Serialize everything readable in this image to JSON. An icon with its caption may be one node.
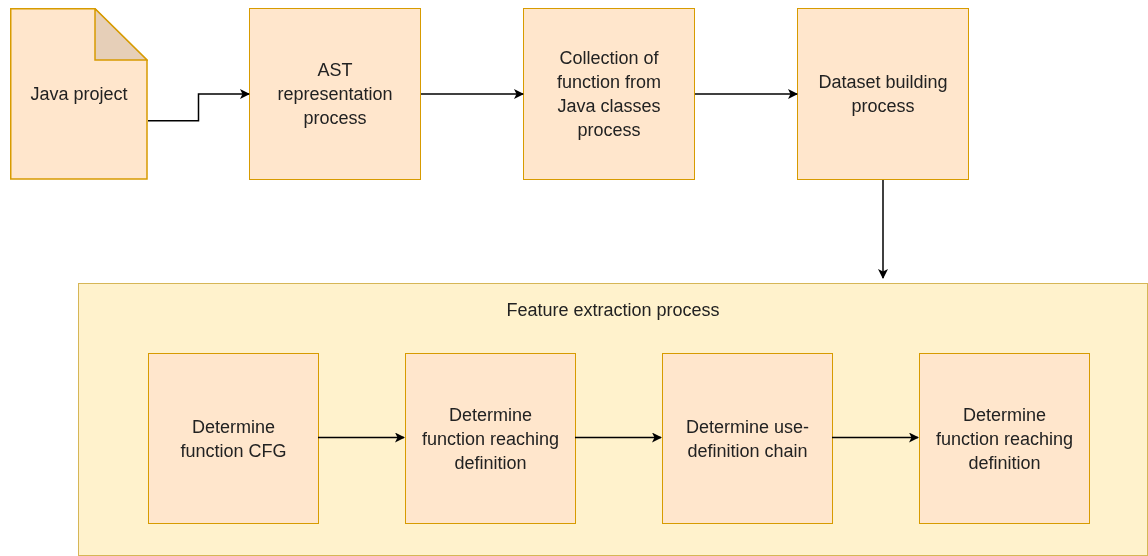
{
  "diagram": {
    "nodes": [
      {
        "text": [
          "Java project"
        ]
      },
      {
        "text": [
          "AST representation process"
        ]
      },
      {
        "text": [
          "Collection of function from Java classes process"
        ]
      },
      {
        "text": [
          "Dataset building process"
        ]
      },
      {
        "text": [
          "Feature extraction process"
        ]
      },
      {
        "text": [
          "Determine function CFG"
        ],
        "in": 4
      },
      {
        "text": [
          "Determine function reaching definition"
        ],
        "in": 4
      },
      {
        "text": [
          "Determine use-definition chain"
        ],
        "in": 4
      },
      {
        "text": [
          "Determine function reaching definition"
        ],
        "in": 4
      }
    ],
    "edges": [
      {
        "from": 0,
        "to": 1,
        "arrow": "to"
      },
      {
        "from": 1,
        "to": 2,
        "arrow": "to"
      },
      {
        "from": 2,
        "to": 3,
        "arrow": "to"
      },
      {
        "from": 3,
        "to": 4,
        "arrow": "to"
      },
      {
        "from": 5,
        "to": 6,
        "arrow": "to"
      },
      {
        "from": 6,
        "to": 7,
        "arrow": "to"
      },
      {
        "from": 7,
        "to": 8,
        "arrow": "to"
      }
    ]
  }
}
